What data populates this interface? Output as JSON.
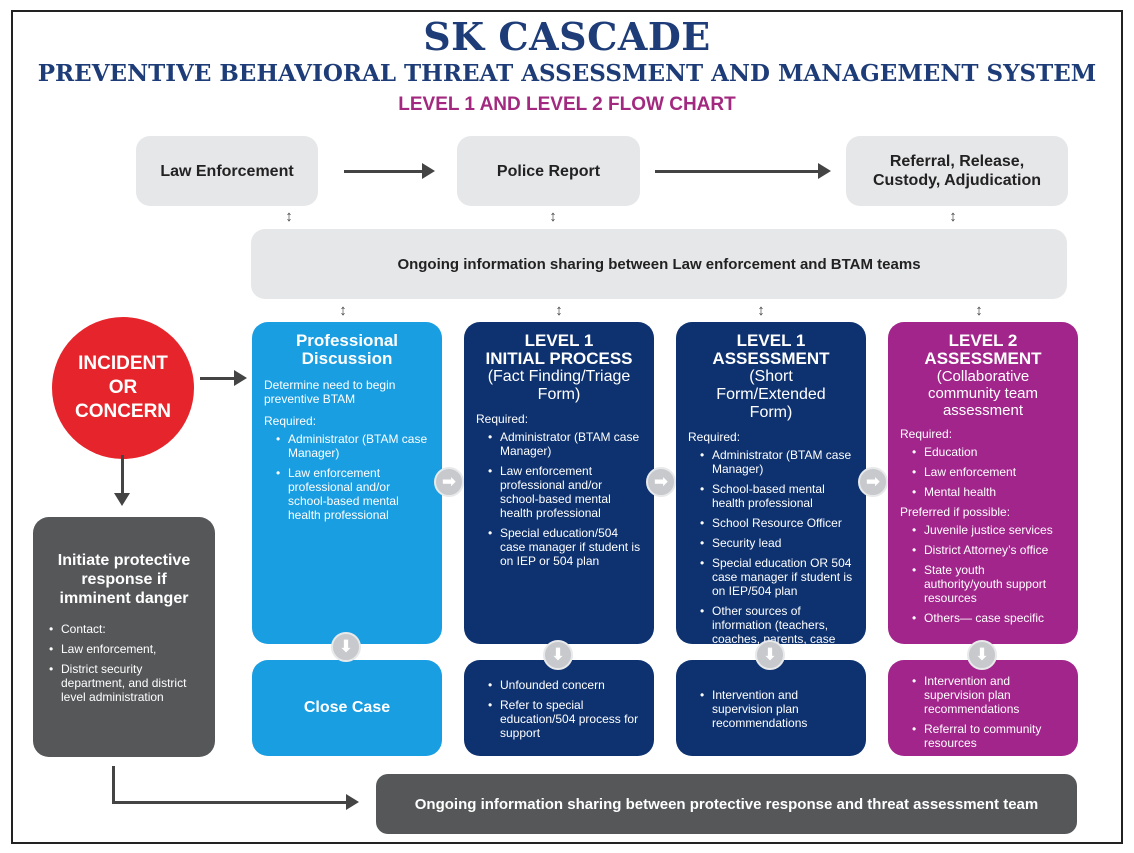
{
  "header": {
    "title": "SK CASCADE",
    "subtitle": "PREVENTIVE BEHAVIORAL THREAT ASSESSMENT AND MANAGEMENT SYSTEM",
    "chart_label": "LEVEL 1 AND LEVEL 2 FLOW CHART"
  },
  "top_row": {
    "law_enforcement": "Law Enforcement",
    "police_report": "Police Report",
    "referral_line1": "Referral, Release,",
    "referral_line2": "Custody, Adjudication"
  },
  "info_sharing_top": "Ongoing information sharing between Law enforcement and BTAM teams",
  "incident": {
    "line1": "INCIDENT",
    "line2": "OR",
    "line3": "CONCERN"
  },
  "protective": {
    "title": "Initiate protective response if imminent danger",
    "items": [
      "Contact:",
      "Law enforcement,",
      "District security department, and district level administration"
    ]
  },
  "professional": {
    "title": "Professional Discussion",
    "desc": "Determine need to begin preventive BTAM",
    "required": "Required:",
    "items": [
      "Administrator (BTAM case Manager)",
      "Law enforcement professional and/or school-based mental health professional"
    ],
    "outcome": "Close Case"
  },
  "level1_initial": {
    "title1": "LEVEL 1",
    "title2": "INITIAL PROCESS",
    "sub": "(Fact Finding/Triage Form)",
    "required": "Required:",
    "items": [
      "Administrator (BTAM case Manager)",
      "Law enforcement professional and/or school-based mental health professional",
      "Special education/504 case manager if student is on IEP or 504 plan"
    ],
    "outcomes": [
      "Unfounded concern",
      "Refer to special education/504 process for support"
    ]
  },
  "level1_assessment": {
    "title1": "LEVEL 1",
    "title2": "ASSESSMENT",
    "sub": "(Short Form/Extended Form)",
    "required": "Required:",
    "items": [
      "Administrator (BTAM case Manager)",
      "School-based mental health professional",
      "School Resource Officer",
      "Security lead",
      "Special education OR 504 case manager if student is on IEP/504 plan",
      "Other sources of information (teachers, coaches, parents, case"
    ],
    "outcomes": [
      "Intervention and supervision plan recommendations"
    ]
  },
  "level2_assessment": {
    "title1": "LEVEL 2",
    "title2": "ASSESSMENT",
    "sub": "(Collaborative community team assessment",
    "required": "Required:",
    "items": [
      "Education",
      "Law enforcement",
      "Mental health"
    ],
    "preferred": "Preferred if possible:",
    "preferred_items": [
      "Juvenile justice services",
      "District Attorney’s office",
      "State youth authority/youth support resources",
      "Others— case specific"
    ],
    "outcomes": [
      "Intervention and supervision plan recommendations",
      "Referral to community resources"
    ]
  },
  "info_sharing_bottom": "Ongoing information sharing between protective response and threat assessment team",
  "colors": {
    "navy": "#0e3270",
    "light_blue": "#1a9ee2",
    "purple": "#a2258b",
    "red": "#e5252b",
    "dark_gray": "#555759",
    "light_gray": "#e6e7e9"
  }
}
